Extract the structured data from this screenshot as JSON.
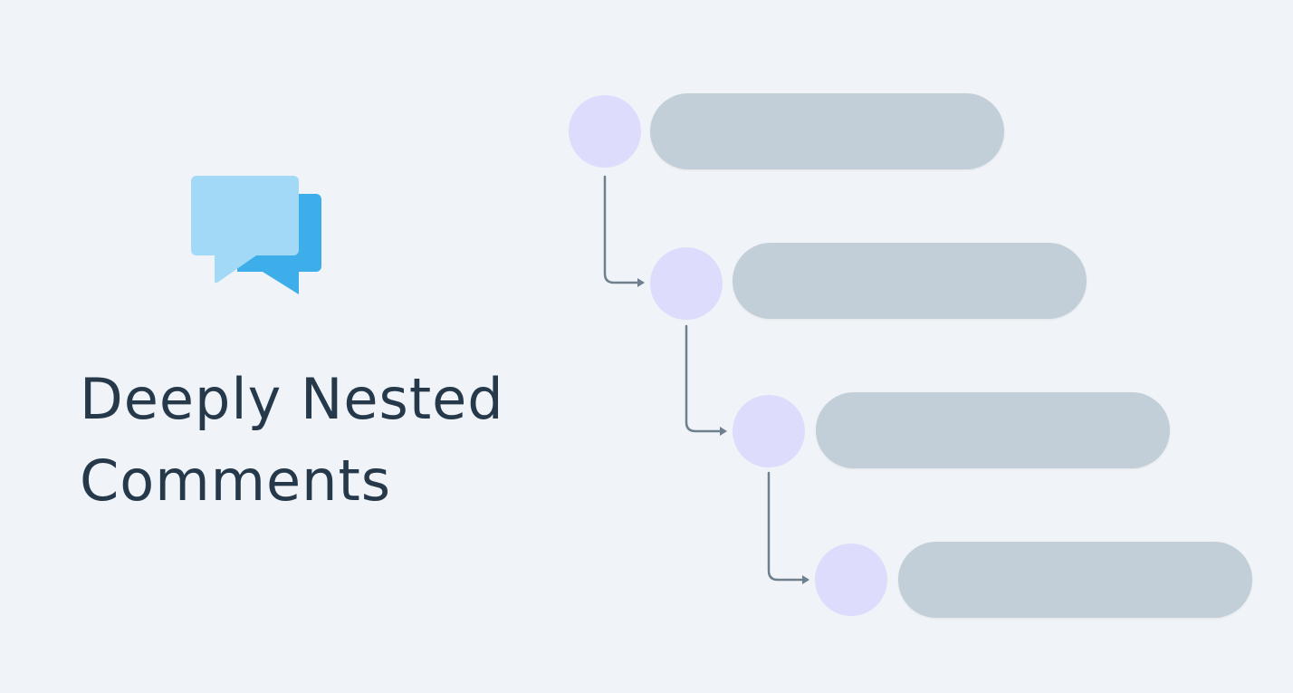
{
  "title": {
    "line1": "Deeply Nested",
    "line2": "Comments"
  },
  "icon": {
    "name": "chat-bubbles-icon",
    "back_color": "#3daee9",
    "front_color": "#a2d9f7"
  },
  "colors": {
    "background": "#f0f3f7",
    "avatar": "#dedcfd",
    "comment_bar": "#c3cfd8",
    "connector": "#6e7f8e",
    "title_text": "#26394b"
  },
  "thread": {
    "levels": [
      {
        "depth": 0,
        "label": "comment-level-1"
      },
      {
        "depth": 1,
        "label": "reply-level-2"
      },
      {
        "depth": 2,
        "label": "reply-level-3"
      },
      {
        "depth": 3,
        "label": "reply-level-4"
      }
    ]
  }
}
